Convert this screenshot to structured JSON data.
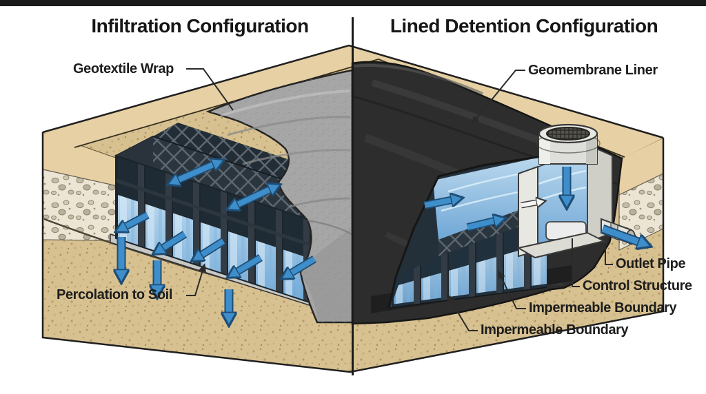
{
  "titles": {
    "left": "Infiltration Configuration",
    "right": "Lined Detention Configuration"
  },
  "labels": {
    "geotextile_wrap": "Geotextile Wrap",
    "percolation_to_soil": "Percolation to Soil",
    "geomembrane_liner": "Geomembrane Liner",
    "outlet_pipe": "Outlet Pipe",
    "control_structure": "Control Structure",
    "impermeable_boundary_top": "Impermeable Boundary",
    "impermeable_boundary_bottom": "Impermeable Boundary"
  },
  "colors": {
    "background": "#ffffff",
    "ink": "#1a1a1a",
    "topsoil": "#e6d0a4",
    "sand": "#d8c191",
    "gravel": "#ece5d4",
    "geotextile": "#a6a6a6",
    "geomembrane": "#2d2d2d",
    "liner": "#1f1f1f",
    "crate_frame": "#2b353e",
    "water": "#9ec9e8",
    "arrow_blue": "#3e8ecb",
    "concrete": "#e8e8e2"
  }
}
